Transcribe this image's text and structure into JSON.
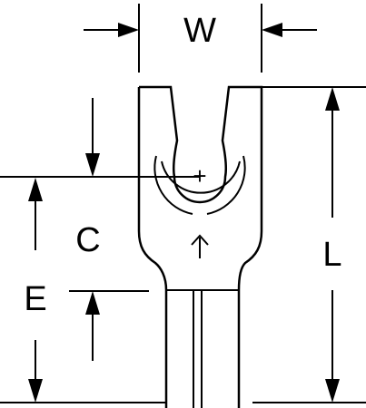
{
  "labels": {
    "w": "W",
    "l": "L",
    "c": "C",
    "e": "E"
  },
  "symbols": {
    "center_mark": "+"
  },
  "colors": {
    "line": "#000000",
    "background": "#ffffff"
  }
}
